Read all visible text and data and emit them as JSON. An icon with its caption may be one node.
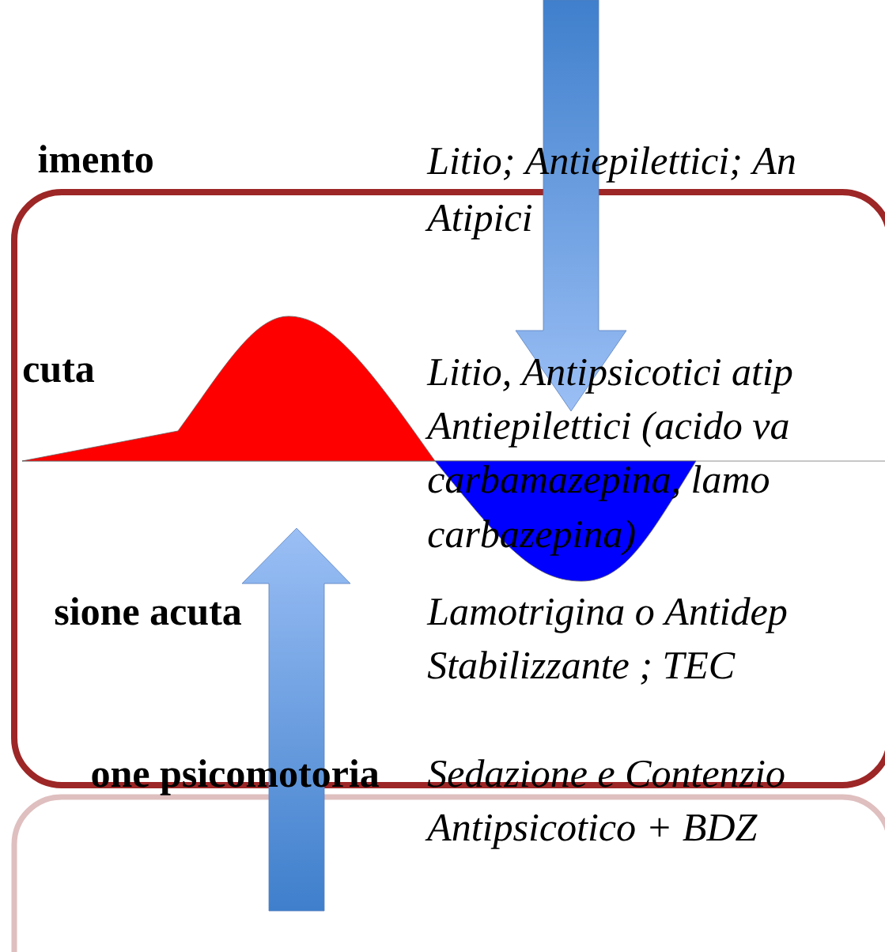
{
  "diagram": {
    "labels": [
      "imento",
      "Litio; Antiepilettici; An",
      "Atipici",
      "cuta",
      "Litio, Antipsicotici atip",
      "Antiepilettici (acido va",
      "carbamazepina, lamo",
      "carbazepina)",
      "sione acuta",
      "Lamotrigina o Antidep",
      "Stabilizzante ; TEC",
      "one psicomotoria",
      "Sedazione e Contenzio",
      "Antipsicotico + BDZ"
    ]
  }
}
